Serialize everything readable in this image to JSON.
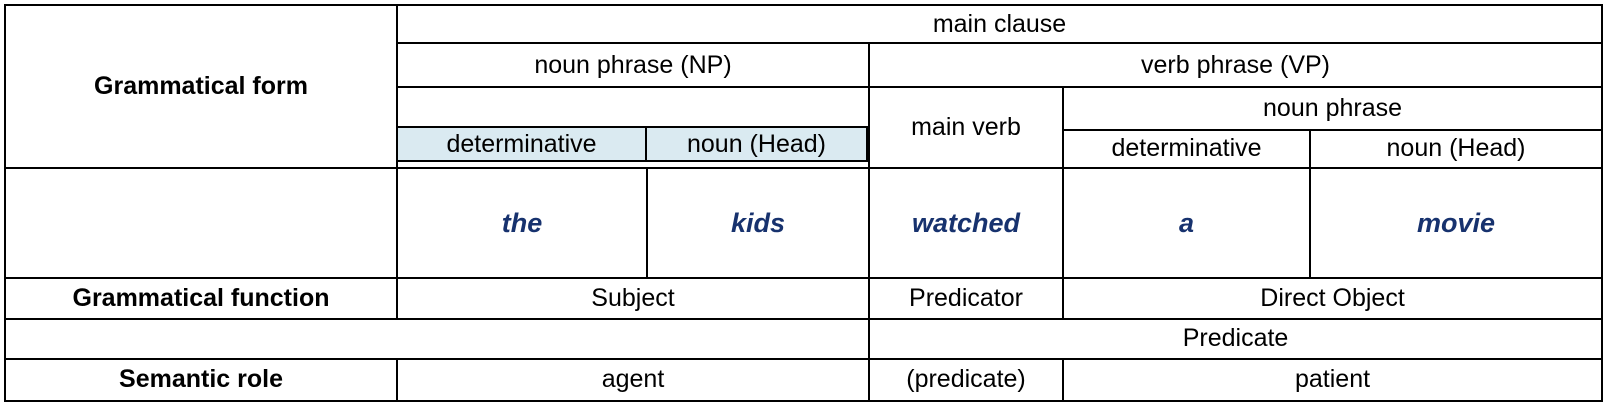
{
  "table": {
    "row_labels": {
      "grammatical_form": "Grammatical form",
      "grammatical_function": "Grammatical function",
      "semantic_role": "Semantic role",
      "predicate_row_label": ""
    },
    "header": {
      "main_clause": "main clause",
      "noun_phrase_np": "noun phrase (NP)",
      "verb_phrase_vp": "verb phrase (VP)",
      "main_verb": "main verb",
      "noun_phrase": "noun phrase",
      "np_determinative": "determinative",
      "np_noun_head": "noun (Head)",
      "obj_determinative": "determinative",
      "obj_noun_head": "noun (Head)"
    },
    "example_sentence": {
      "word1": "the",
      "word2": "kids",
      "word3": "watched",
      "word4": "a",
      "word5": "movie"
    },
    "grammatical_function": {
      "subject": "Subject",
      "predicator": "Predicator",
      "direct_object": "Direct Object",
      "predicate": "Predicate"
    },
    "semantic_role": {
      "agent": "agent",
      "predicate": "(predicate)",
      "patient": "patient"
    }
  },
  "colors": {
    "form_fill": "#daeaf1",
    "function_fill": "#fbe5d6",
    "semantic_fill": "#dde6c6",
    "example_fill": "#ffffff",
    "word_text": "#17326e",
    "border": "#000000"
  }
}
